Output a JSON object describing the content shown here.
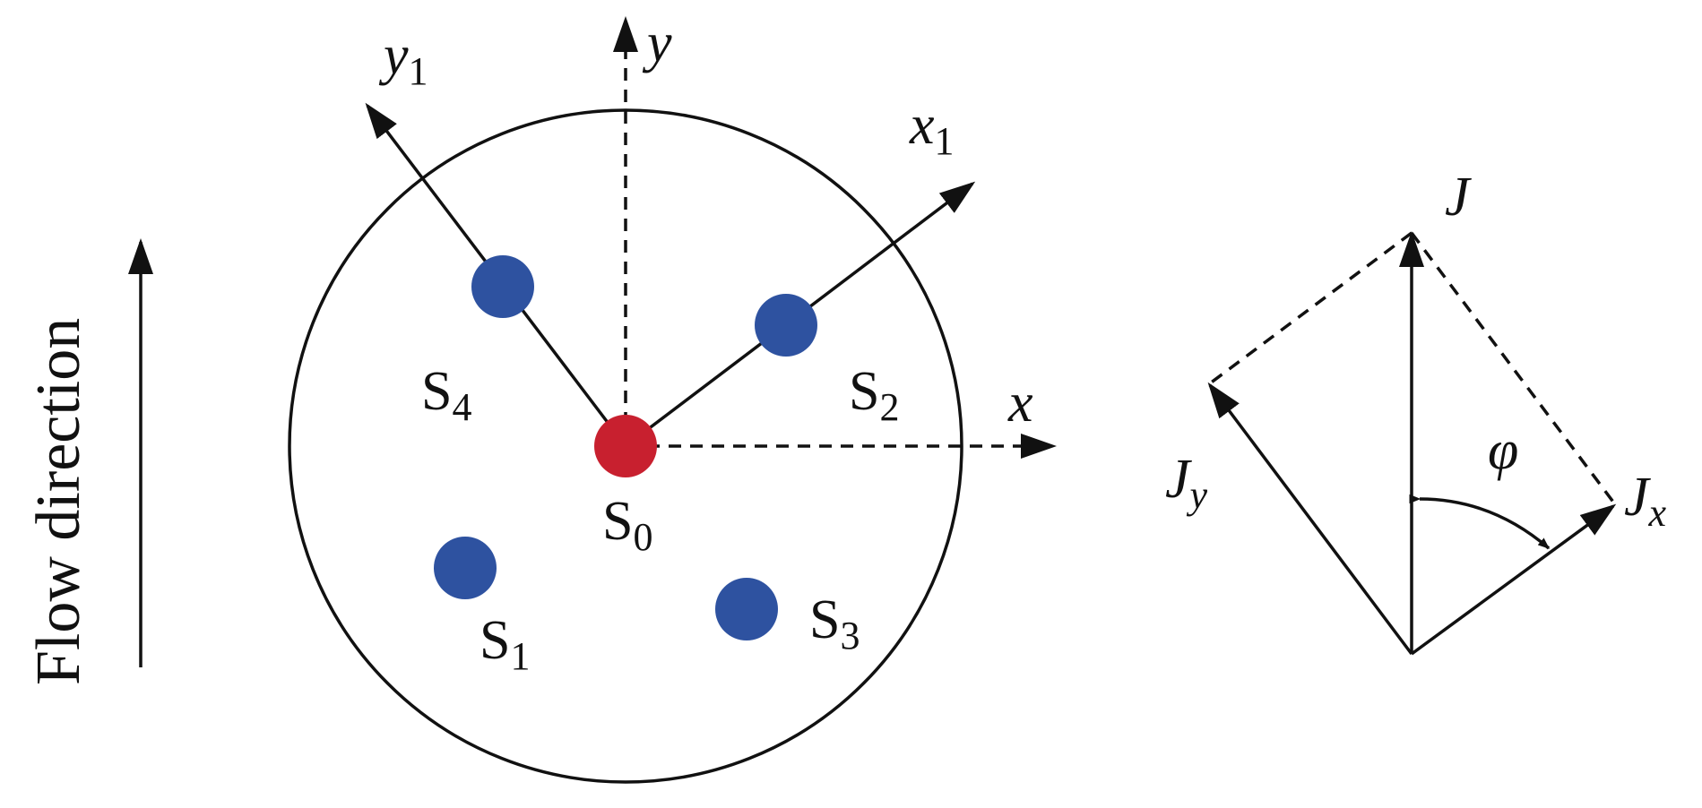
{
  "flow": {
    "label": "Flow direction"
  },
  "axes": {
    "x": {
      "main": "x",
      "sub": ""
    },
    "y": {
      "main": "y",
      "sub": ""
    },
    "x1": {
      "main": "x",
      "sub": "1"
    },
    "y1": {
      "main": "y",
      "sub": "1"
    }
  },
  "sensors": [
    {
      "main": "S",
      "sub": "0",
      "color": "#c8202f"
    },
    {
      "main": "S",
      "sub": "1",
      "color": "#2e52a0"
    },
    {
      "main": "S",
      "sub": "2",
      "color": "#2e52a0"
    },
    {
      "main": "S",
      "sub": "3",
      "color": "#2e52a0"
    },
    {
      "main": "S",
      "sub": "4",
      "color": "#2e52a0"
    }
  ],
  "vector": {
    "J": {
      "main": "J",
      "sub": ""
    },
    "Jx": {
      "main": "J",
      "sub": "x"
    },
    "Jy": {
      "main": "J",
      "sub": "y"
    },
    "angle": "φ"
  },
  "colors": {
    "ink": "#111111",
    "center": "#c8202f",
    "sensor": "#2e52a0"
  }
}
